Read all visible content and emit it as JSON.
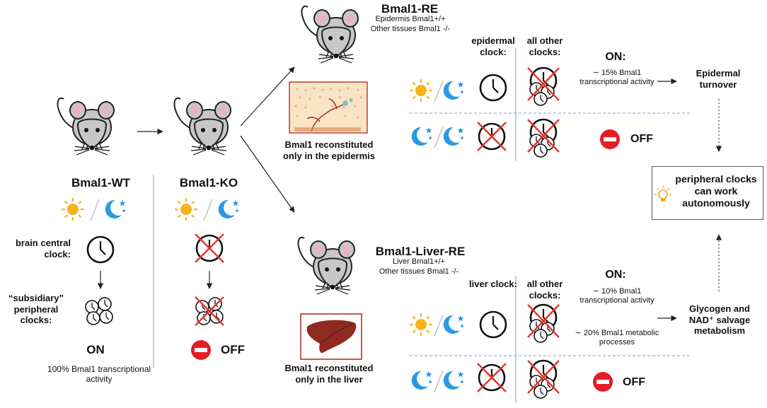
{
  "wt": {
    "name": "Bmal1-WT",
    "brain_label": "brain central clock:",
    "subsidiary_label": "“subsidiary” peripheral clocks:",
    "status": "ON",
    "activity": "100% Bmal1 transcriptional activity"
  },
  "ko": {
    "name": "Bmal1-KO",
    "status": "OFF"
  },
  "re": {
    "name": "Bmal1-RE",
    "genotype_1": "Epidermis Bmal1+/+",
    "genotype_2": "Other tissues Bmal1 -/-",
    "caption": "Bmal1 reconstituted only in the epidermis",
    "col_own": "epidermal clock:",
    "col_other": "all other clocks:",
    "on_label": "ON:",
    "on_detail": "∼ 15% Bmal1 transcriptional activity",
    "off_label": "OFF",
    "outcome": "Epidermal turnover"
  },
  "liver": {
    "name": "Bmal1-Liver-RE",
    "genotype_1": "Liver Bmal1+/+",
    "genotype_2": "Other tissues Bmal1 -/-",
    "caption": "Bmal1 reconstituted only in the liver",
    "col_own": "liver clock:",
    "col_other": "all other clocks:",
    "on_label": "ON:",
    "on_detail_1": "∼ 10% Bmal1 transcriptional activity",
    "on_detail_2": "∼ 20% Bmal1 metabolic processes",
    "off_label": "OFF",
    "outcome": "Glycogen and NAD⁺ salvage metabolism"
  },
  "conclusion": "peripheral clocks can work autonomously",
  "icons": [
    "mouse-icon",
    "sun-icon",
    "moon-icon",
    "clock-icon",
    "crossed-clock-icon",
    "clock-cluster-icon",
    "no-entry-icon",
    "lightbulb-icon",
    "epidermis-tissue-icon",
    "liver-icon"
  ],
  "colors": {
    "cross": "#e8332a",
    "sun": "#f5b41c",
    "moon": "#2a9ae0",
    "no_entry": "#e31e24",
    "divider": "#7a9fd4",
    "liver": "#8f2a22",
    "tissue_frame": "#b0342c"
  }
}
